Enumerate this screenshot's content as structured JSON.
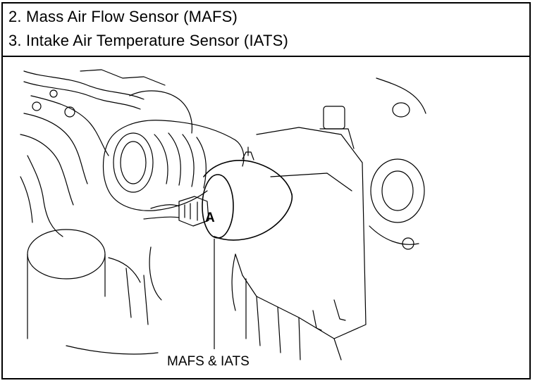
{
  "header": {
    "line1": "2. Mass Air Flow Sensor (MAFS)",
    "line2": "3. Intake Air Temperature Sensor (IATS)"
  },
  "diagram": {
    "callout_label": "MAFS & IATS",
    "marker_letter": "A"
  }
}
